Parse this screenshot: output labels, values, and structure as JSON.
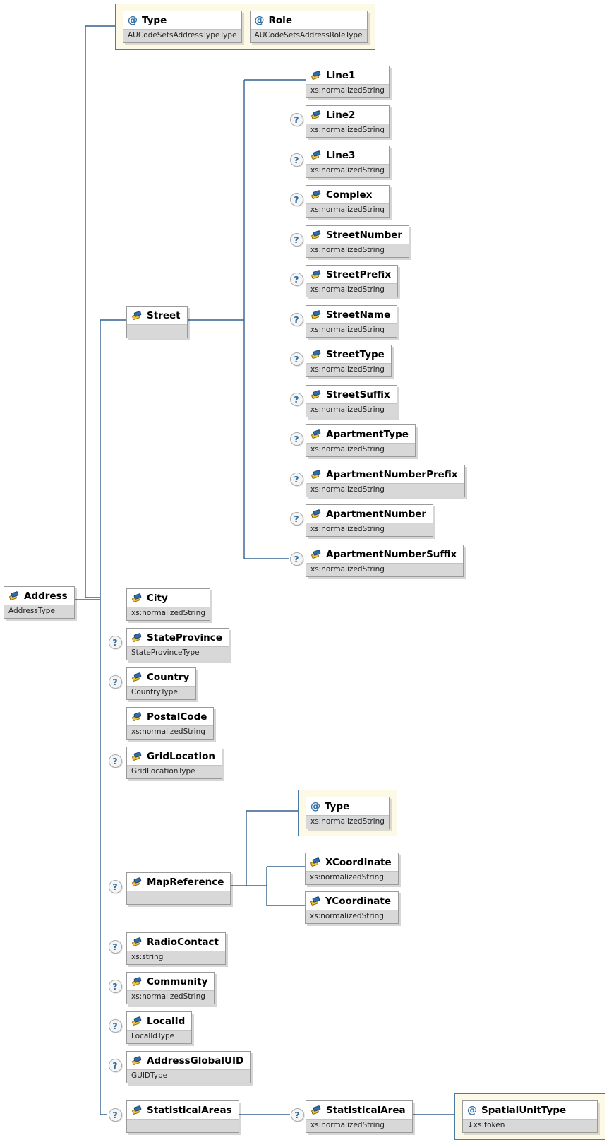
{
  "diagram_title": "Address XML schema diagram",
  "icons": {
    "attribute_glyph": "@",
    "optional_glyph": "?",
    "element_icon": "element-icon"
  },
  "colors": {
    "connector": "#34618E",
    "attribute_group_border": "#4a7ba6",
    "attribute_group_bg": "#fdf9e7",
    "type_band_bg": "#d8d8d8",
    "optional_marker_fg": "#2e6da4",
    "node_border": "#9a9a9a"
  },
  "nodes": [
    {
      "id": "attr-type",
      "kind": "attribute",
      "name": "Type",
      "type": "AUCodeSetsAddressTypeType",
      "optional": false
    },
    {
      "id": "attr-role",
      "kind": "attribute",
      "name": "Role",
      "type": "AUCodeSetsAddressRoleType",
      "optional": false
    },
    {
      "id": "address",
      "kind": "element",
      "name": "Address",
      "type": "AddressType",
      "optional": false
    },
    {
      "id": "street",
      "kind": "element",
      "name": "Street",
      "type": "",
      "optional": false
    },
    {
      "id": "line1",
      "kind": "element",
      "name": "Line1",
      "type": "xs:normalizedString",
      "optional": false
    },
    {
      "id": "line2",
      "kind": "element",
      "name": "Line2",
      "type": "xs:normalizedString",
      "optional": true
    },
    {
      "id": "line3",
      "kind": "element",
      "name": "Line3",
      "type": "xs:normalizedString",
      "optional": true
    },
    {
      "id": "complex",
      "kind": "element",
      "name": "Complex",
      "type": "xs:normalizedString",
      "optional": true
    },
    {
      "id": "streetnumber",
      "kind": "element",
      "name": "StreetNumber",
      "type": "xs:normalizedString",
      "optional": true
    },
    {
      "id": "streetprefix",
      "kind": "element",
      "name": "StreetPrefix",
      "type": "xs:normalizedString",
      "optional": true
    },
    {
      "id": "streetname",
      "kind": "element",
      "name": "StreetName",
      "type": "xs:normalizedString",
      "optional": true
    },
    {
      "id": "streettype",
      "kind": "element",
      "name": "StreetType",
      "type": "xs:normalizedString",
      "optional": true
    },
    {
      "id": "streetsuffix",
      "kind": "element",
      "name": "StreetSuffix",
      "type": "xs:normalizedString",
      "optional": true
    },
    {
      "id": "apartmenttype",
      "kind": "element",
      "name": "ApartmentType",
      "type": "xs:normalizedString",
      "optional": true
    },
    {
      "id": "apartmentnumberprefix",
      "kind": "element",
      "name": "ApartmentNumberPrefix",
      "type": "xs:normalizedString",
      "optional": true
    },
    {
      "id": "apartmentnumber",
      "kind": "element",
      "name": "ApartmentNumber",
      "type": "xs:normalizedString",
      "optional": true
    },
    {
      "id": "apartmentnumbersuffix",
      "kind": "element",
      "name": "ApartmentNumberSuffix",
      "type": "xs:normalizedString",
      "optional": true
    },
    {
      "id": "city",
      "kind": "element",
      "name": "City",
      "type": "xs:normalizedString",
      "optional": false
    },
    {
      "id": "stateprovince",
      "kind": "element",
      "name": "StateProvince",
      "type": "StateProvinceType",
      "optional": true
    },
    {
      "id": "country",
      "kind": "element",
      "name": "Country",
      "type": "CountryType",
      "optional": true
    },
    {
      "id": "postalcode",
      "kind": "element",
      "name": "PostalCode",
      "type": "xs:normalizedString",
      "optional": false
    },
    {
      "id": "gridlocation",
      "kind": "element",
      "name": "GridLocation",
      "type": "GridLocationType",
      "optional": true
    },
    {
      "id": "mapreference",
      "kind": "element",
      "name": "MapReference",
      "type": "",
      "optional": true
    },
    {
      "id": "mapref-attrtype",
      "kind": "attribute",
      "name": "Type",
      "type": "xs:normalizedString",
      "optional": false
    },
    {
      "id": "xcoordinate",
      "kind": "element",
      "name": "XCoordinate",
      "type": "xs:normalizedString",
      "optional": false
    },
    {
      "id": "ycoordinate",
      "kind": "element",
      "name": "YCoordinate",
      "type": "xs:normalizedString",
      "optional": false
    },
    {
      "id": "radiocontact",
      "kind": "element",
      "name": "RadioContact",
      "type": "xs:string",
      "optional": true
    },
    {
      "id": "community",
      "kind": "element",
      "name": "Community",
      "type": "xs:normalizedString",
      "optional": true
    },
    {
      "id": "localid",
      "kind": "element",
      "name": "LocalId",
      "type": "LocalIdType",
      "optional": true
    },
    {
      "id": "addressglobaluid",
      "kind": "element",
      "name": "AddressGlobalUID",
      "type": "GUIDType",
      "optional": true
    },
    {
      "id": "statisticalareas",
      "kind": "element",
      "name": "StatisticalAreas",
      "type": "",
      "optional": true
    },
    {
      "id": "statisticalarea",
      "kind": "element",
      "name": "StatisticalArea",
      "type": "xs:normalizedString",
      "optional": true
    },
    {
      "id": "spatialunittype",
      "kind": "attribute",
      "name": "SpatialUnitType",
      "type": "↓xs:token",
      "optional": false
    }
  ]
}
